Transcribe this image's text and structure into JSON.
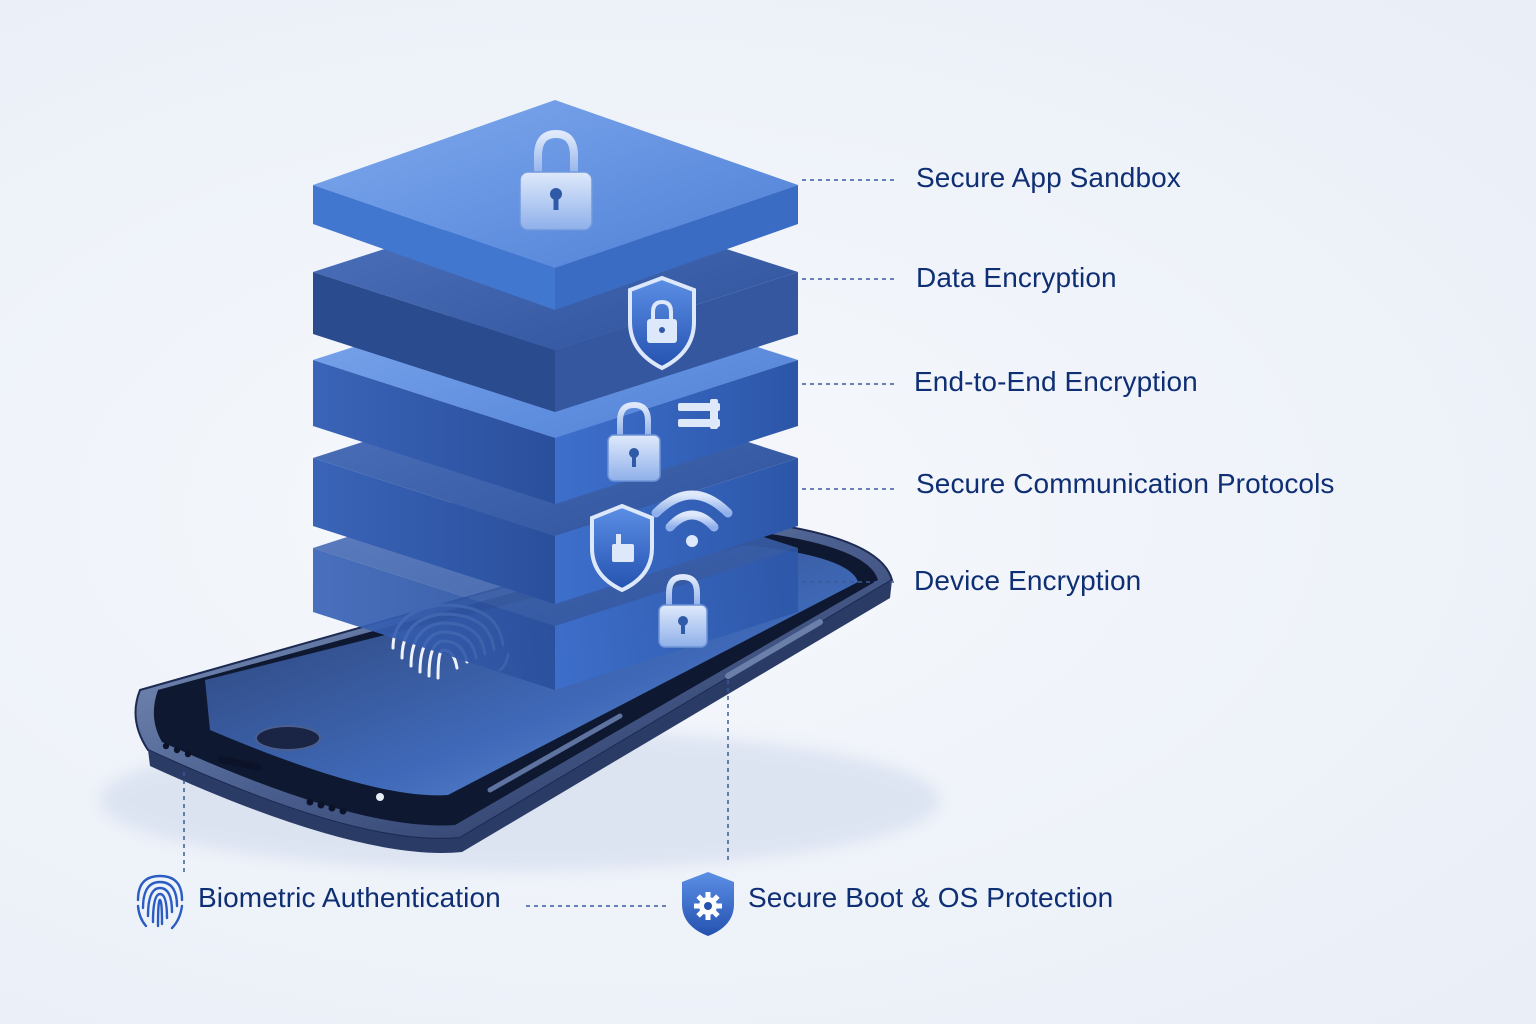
{
  "layers": [
    {
      "label": "Secure App Sandbox",
      "icon": "padlock-icon"
    },
    {
      "label": "Data Encryption",
      "icon": "shield-lock-icon"
    },
    {
      "label": "End-to-End Encryption",
      "icon": "padlock-key-icon"
    },
    {
      "label": "Secure Communication Protocols",
      "icon": "wifi-shield-icon"
    },
    {
      "label": "Device Encryption",
      "icon": "padlock-icon"
    }
  ],
  "bottom": {
    "biometric": {
      "label": "Biometric Authentication",
      "icon": "fingerprint-icon"
    },
    "secure_boot": {
      "label": "Secure Boot & OS Protection",
      "icon": "shield-gear-icon"
    }
  },
  "colors": {
    "label_text": "#0f2f74",
    "layer_light": "#5a8ee0",
    "layer_dark": "#2f58a8",
    "phone_body": "#2c3e6e",
    "accent": "#1f55c4"
  }
}
